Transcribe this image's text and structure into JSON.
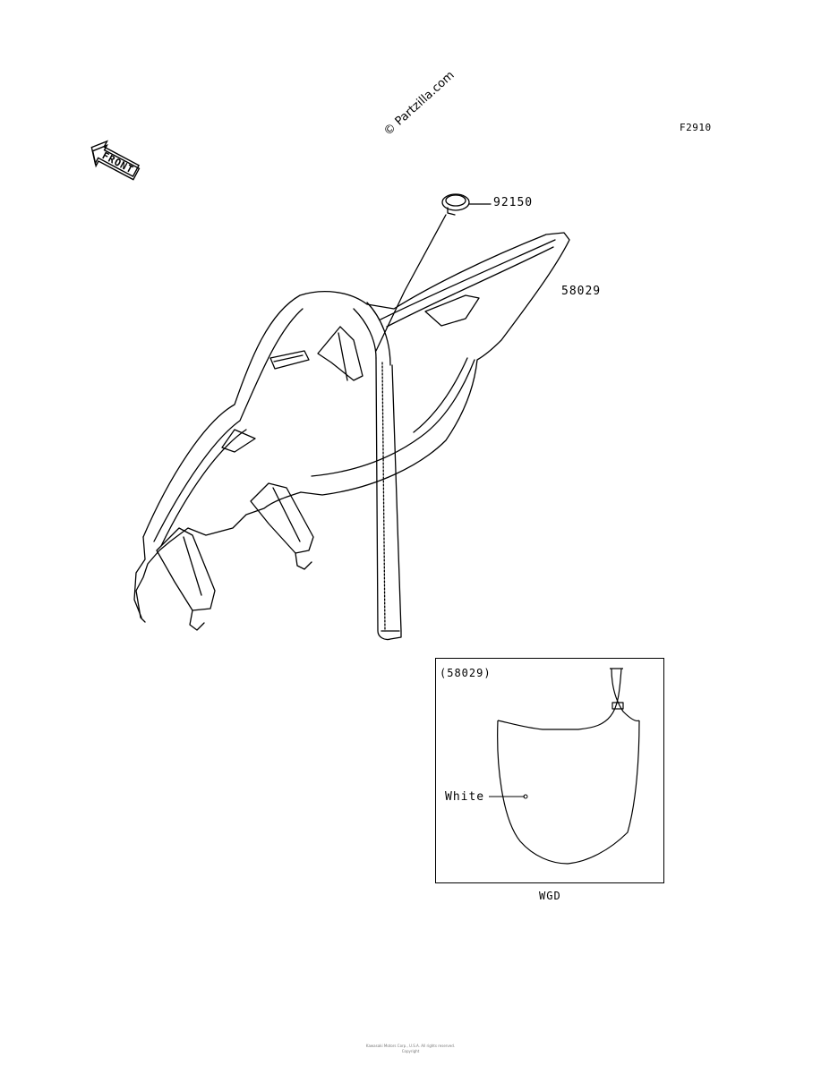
{
  "header": {
    "figure_code": "F2910",
    "watermark": "© Partzilla.com",
    "front_label": "FRONT"
  },
  "parts": [
    {
      "number": "92150"
    },
    {
      "number": "58029"
    }
  ],
  "inset": {
    "ref": "(58029)",
    "color_callout": "White",
    "variant_code": "WGD"
  },
  "footer": {
    "line1": "Kawasaki Motors Corp., U.S.A. All rights reserved.",
    "line2": "Copyright"
  }
}
